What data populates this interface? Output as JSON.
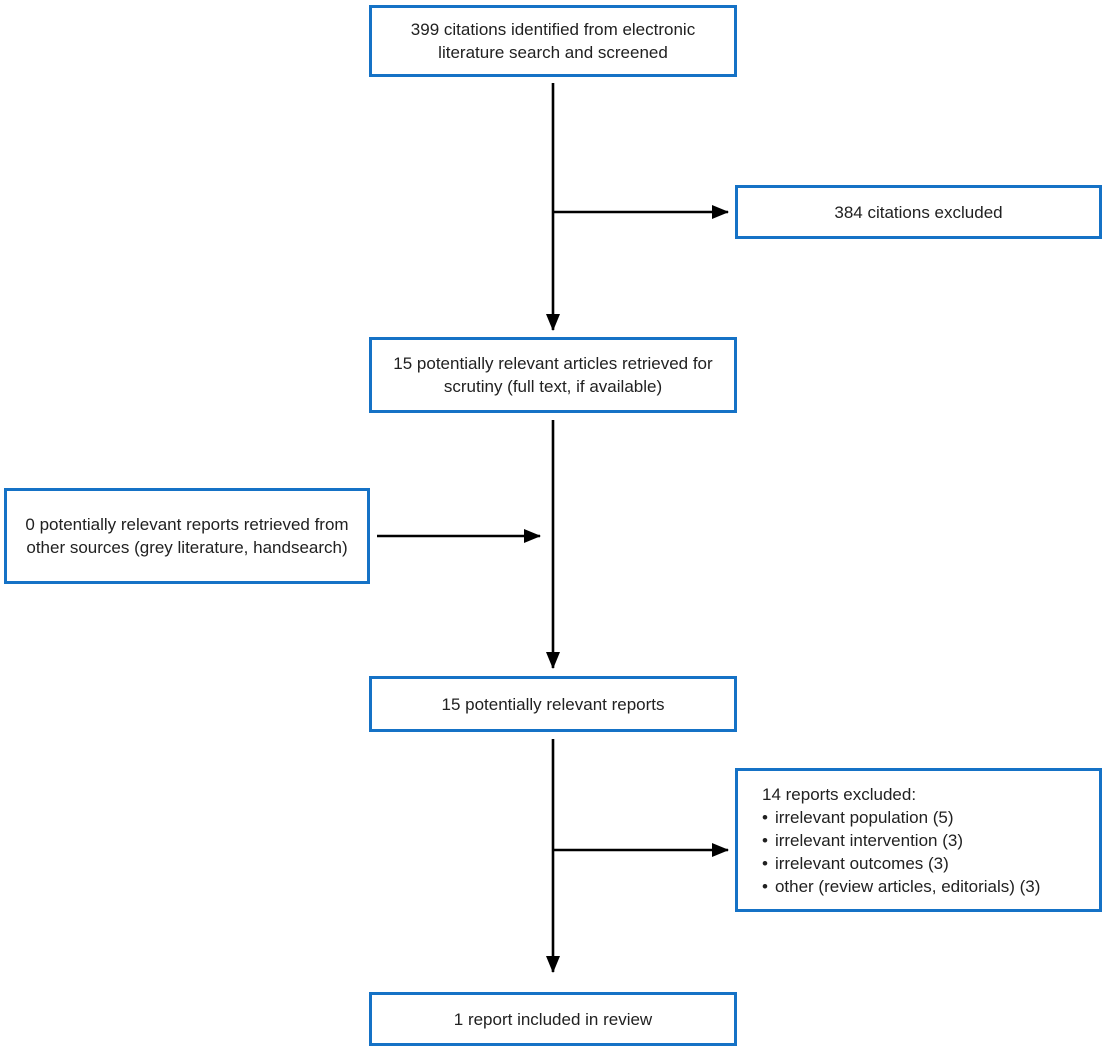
{
  "colors": {
    "box_border": "#1572c6",
    "arrow": "#000000",
    "text": "#212121",
    "background": "#ffffff"
  },
  "boxes": {
    "identified": {
      "text": "399 citations identified from electronic literature search and screened"
    },
    "citations_excluded": {
      "text": "384 citations excluded"
    },
    "retrieved": {
      "text": "15 potentially relevant articles retrieved for scrutiny (full text, if available)"
    },
    "other_sources": {
      "text": "0 potentially relevant reports retrieved from other sources (grey literature, handsearch)"
    },
    "relevant_reports": {
      "text": "15 potentially relevant reports"
    },
    "reports_excluded": {
      "title": "14 reports excluded:",
      "bullet_char": "•",
      "items": [
        "irrelevant population (5)",
        "irrelevant intervention (3)",
        "irrelevant outcomes (3)",
        "other (review articles, editorials) (3)"
      ]
    },
    "included": {
      "text": "1 report included in review"
    }
  }
}
